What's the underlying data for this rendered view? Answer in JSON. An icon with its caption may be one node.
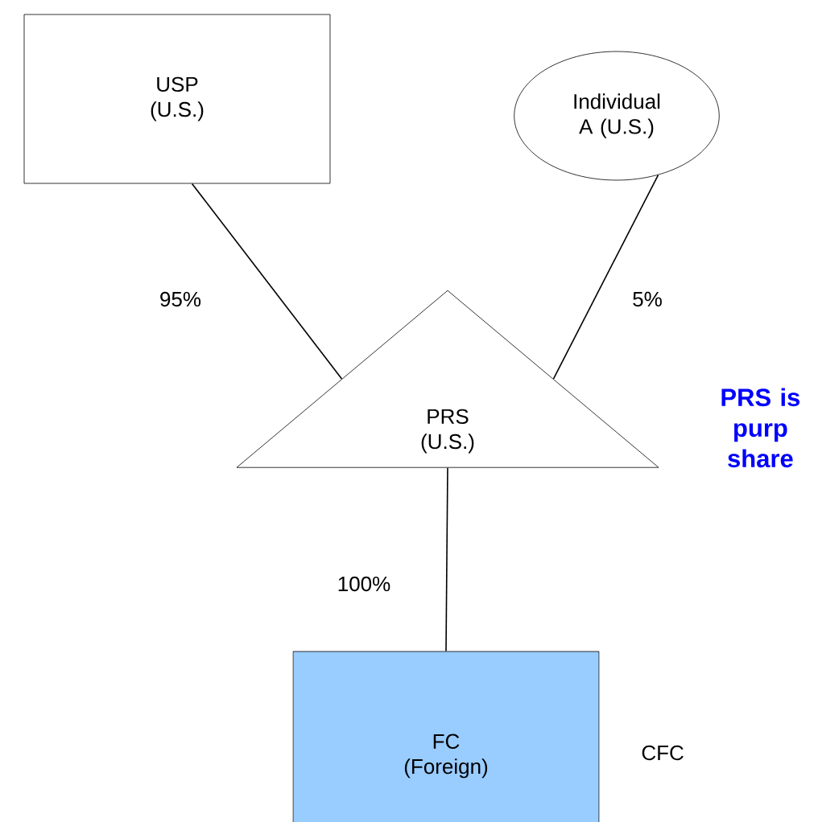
{
  "diagram": {
    "nodes": [
      {
        "text": [
          "USP (U.S.)"
        ]
      },
      {
        "text": [
          "Individual A (U.S.)"
        ]
      },
      {
        "text": [
          "PRS (U.S.)"
        ]
      },
      {
        "text": [
          "FC (Foreign)"
        ],
        "beside": [
          "CFC"
        ]
      }
    ],
    "edges": [
      {
        "from": 0,
        "to": 2,
        "arrow": "none",
        "label": "95%"
      },
      {
        "from": 1,
        "to": 2,
        "arrow": "none",
        "label": "5%"
      },
      {
        "from": 2,
        "to": 3,
        "arrow": "none",
        "label": "100%"
      }
    ],
    "labels": [
      "PRS is purp share"
    ]
  }
}
